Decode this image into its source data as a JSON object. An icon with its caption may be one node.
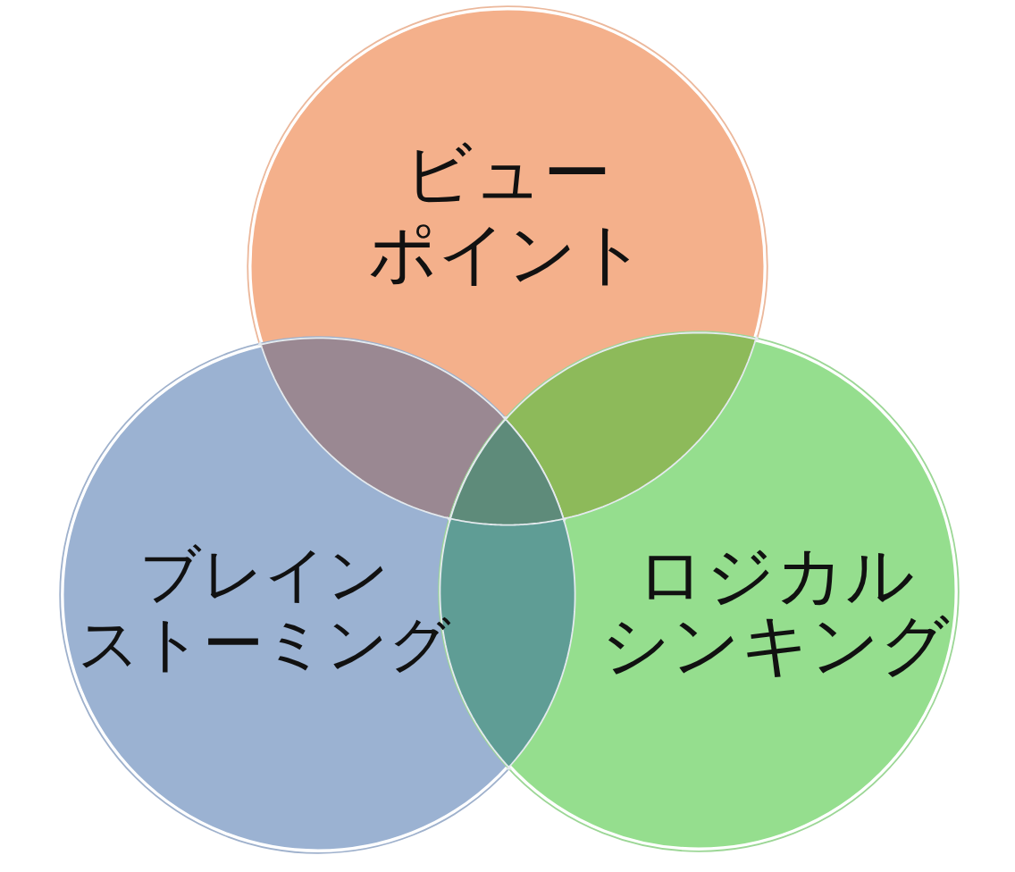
{
  "diagram": {
    "nodes": [
      {
        "text": [
          "ビューポイント"
        ]
      },
      {
        "text": [
          "ブレインストーミング"
        ]
      },
      {
        "text": [
          "ロジカルシンキング"
        ]
      }
    ]
  }
}
